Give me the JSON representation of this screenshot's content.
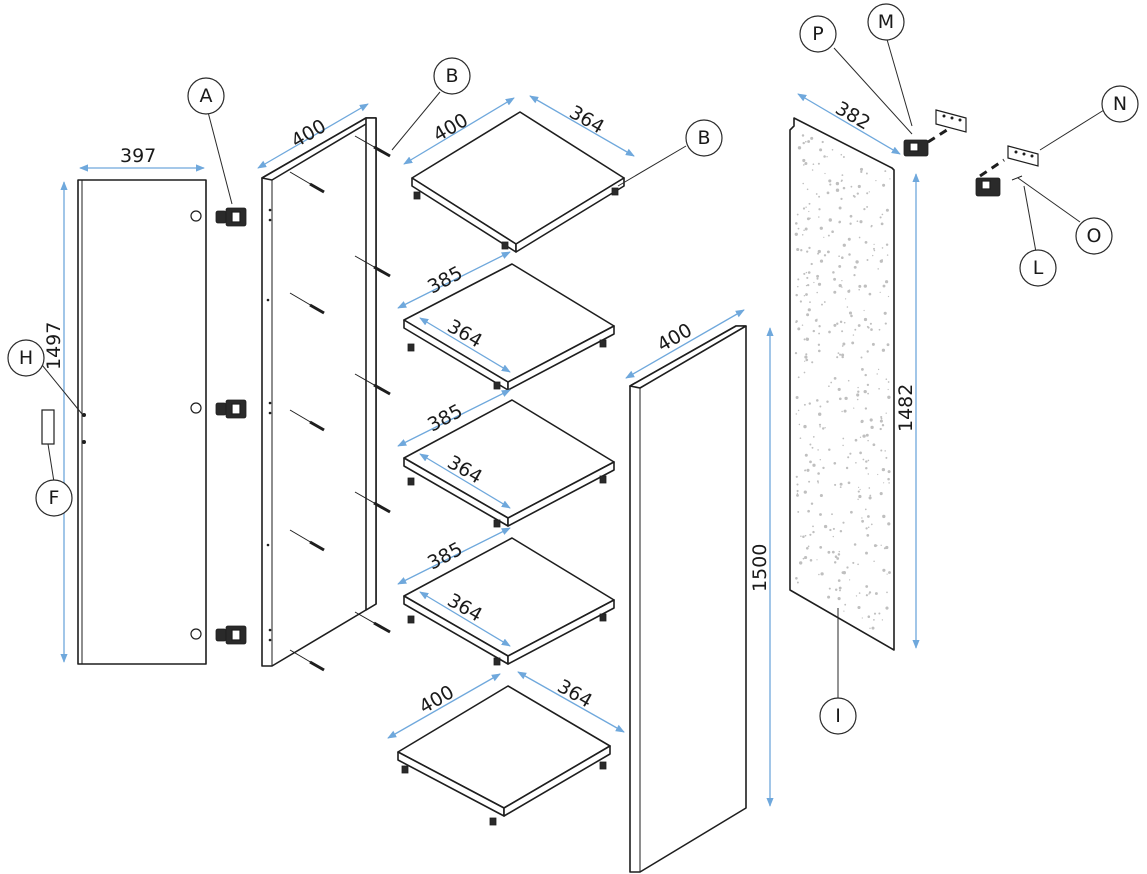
{
  "dimensions": {
    "door_width": "397",
    "door_height": "1497",
    "side_depth": "400",
    "top_depth": "400",
    "top_width": "364",
    "shelf1_depth": "385",
    "shelf1_width": "364",
    "shelf2_depth": "385",
    "shelf2_width": "364",
    "shelf3_depth": "385",
    "shelf3_width": "364",
    "bottom_depth": "400",
    "bottom_width": "364",
    "right_side_depth": "400",
    "right_side_height": "1500",
    "back_width": "382",
    "back_height": "1482"
  },
  "callouts": {
    "a": "A",
    "b_top": "B",
    "b_right": "B",
    "h": "H",
    "f": "F",
    "i": "I",
    "p": "P",
    "m": "M",
    "n": "N",
    "o": "O",
    "l": "L"
  },
  "colors": {
    "dimension_line": "#6fa8dc",
    "outline": "#1e1e1e",
    "back_panel_speckle": "#bfbfbf"
  }
}
